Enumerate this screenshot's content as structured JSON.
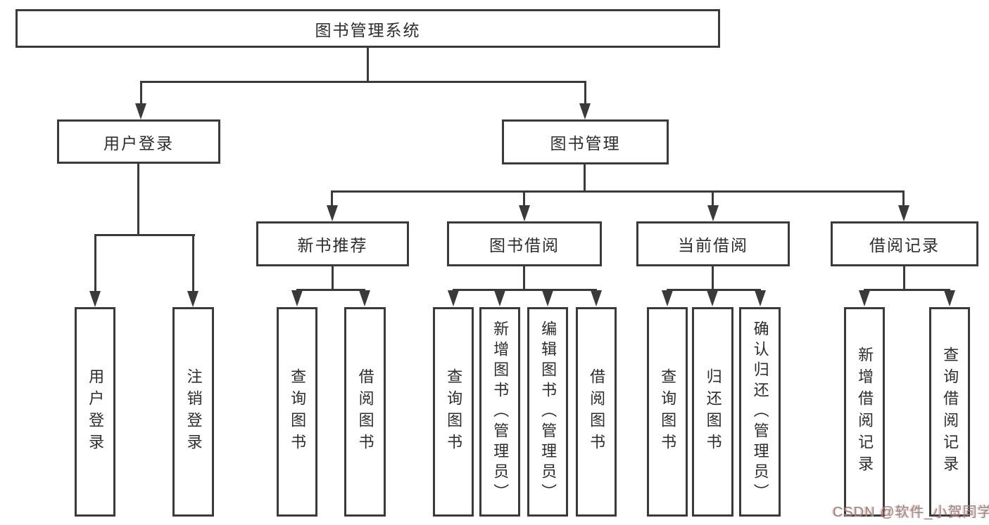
{
  "diagram": {
    "title": "图书管理系统",
    "root": {
      "label": "图书管理系统"
    },
    "level2": [
      {
        "label": "用户登录"
      },
      {
        "label": "图书管理"
      }
    ],
    "level3": [
      {
        "label": "新书推荐"
      },
      {
        "label": "图书借阅"
      },
      {
        "label": "当前借阅"
      },
      {
        "label": "借阅记录"
      }
    ],
    "leaves": {
      "user_login": [
        {
          "label": "用户登录"
        },
        {
          "label": "注销登录"
        }
      ],
      "new_books": [
        {
          "label": "查询图书"
        },
        {
          "label": "借阅图书"
        }
      ],
      "book_borrow": [
        {
          "label": "查询图书"
        },
        {
          "label": "新增图书（管理员）"
        },
        {
          "label": "编辑图书（管理员）"
        },
        {
          "label": "借阅图书"
        }
      ],
      "current_borrow": [
        {
          "label": "查询图书"
        },
        {
          "label": "归还图书"
        },
        {
          "label": "确认归还（管理员）"
        }
      ],
      "borrow_records": [
        {
          "label": "新增借阅记录"
        },
        {
          "label": "查询借阅记录"
        }
      ]
    },
    "watermark": "CSDN @软件_小贺同学",
    "colors": {
      "line": "#3a3a3a",
      "box_border": "#3a3a3a",
      "text": "#2d2d2d",
      "background": "#ffffff",
      "watermark_gray": "#8d8d8d",
      "watermark_red_fringe": "#eb645a"
    }
  }
}
